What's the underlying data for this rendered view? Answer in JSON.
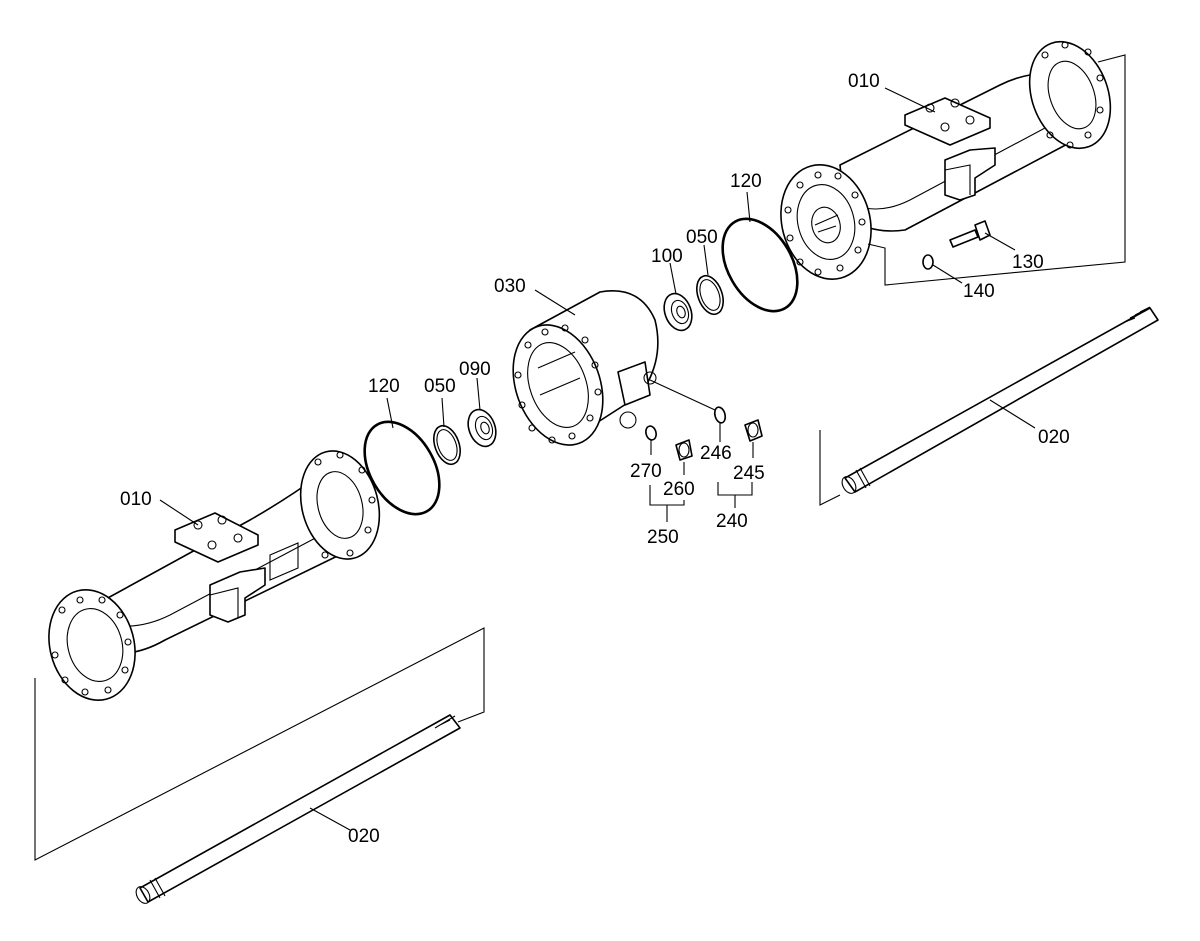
{
  "callouts": {
    "c010_top": "010",
    "c010_bottom": "010",
    "c020_right": "020",
    "c020_left": "020",
    "c030": "030",
    "c050_left": "050",
    "c050_right": "050",
    "c090": "090",
    "c100": "100",
    "c120_left": "120",
    "c120_right": "120",
    "c130": "130",
    "c140": "140",
    "c240": "240",
    "c245": "245",
    "c246": "246",
    "c250": "250",
    "c260": "260",
    "c270": "270"
  },
  "colors": {
    "line": "#000000",
    "background": "#ffffff"
  }
}
